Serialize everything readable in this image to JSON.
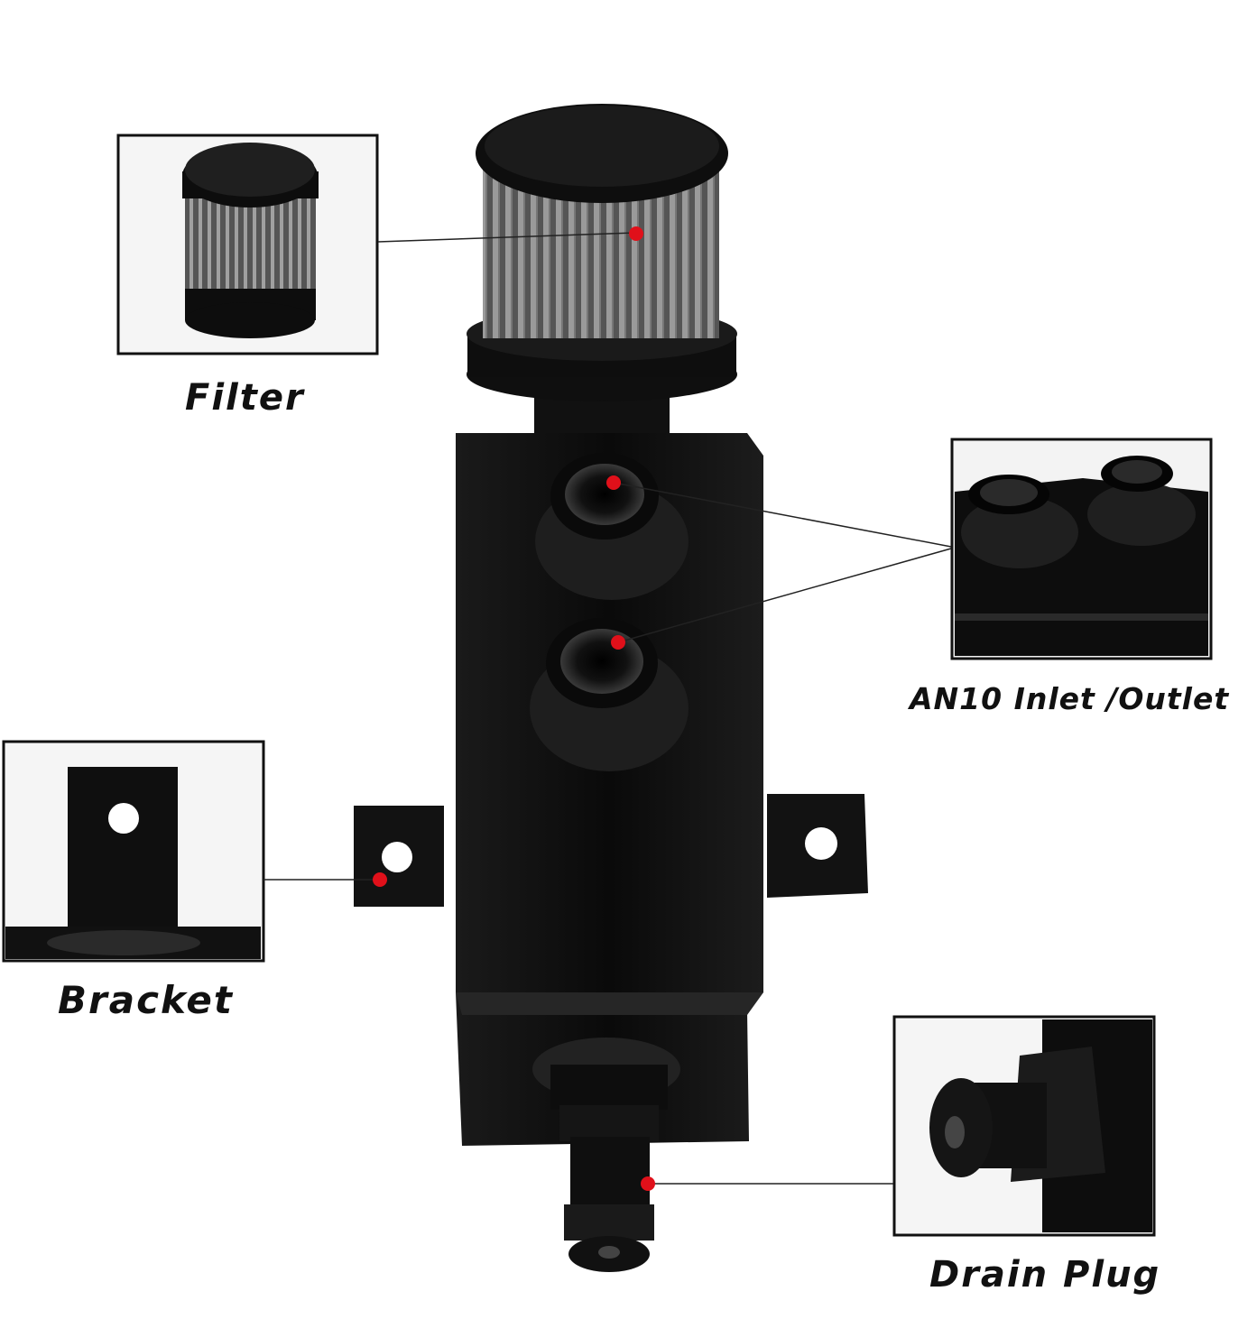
{
  "labels": {
    "filter": "Filter",
    "inlet_outlet": "AN10 Inlet /Outlet",
    "bracket": "Bracket",
    "drain_plug": "Drain Plug"
  },
  "colors": {
    "body": "#0c0c0c",
    "metal_grey": "#8a8a8a",
    "callout_dot": "#e0101a",
    "leader_line": "#222222",
    "inset_border": "#111111"
  },
  "parts": [
    {
      "id": "filter",
      "icon": "breather-filter-icon"
    },
    {
      "id": "inlet-outlet",
      "icon": "threaded-port-icon"
    },
    {
      "id": "bracket",
      "icon": "mounting-bracket-icon"
    },
    {
      "id": "drain-plug",
      "icon": "drain-plug-icon"
    }
  ]
}
